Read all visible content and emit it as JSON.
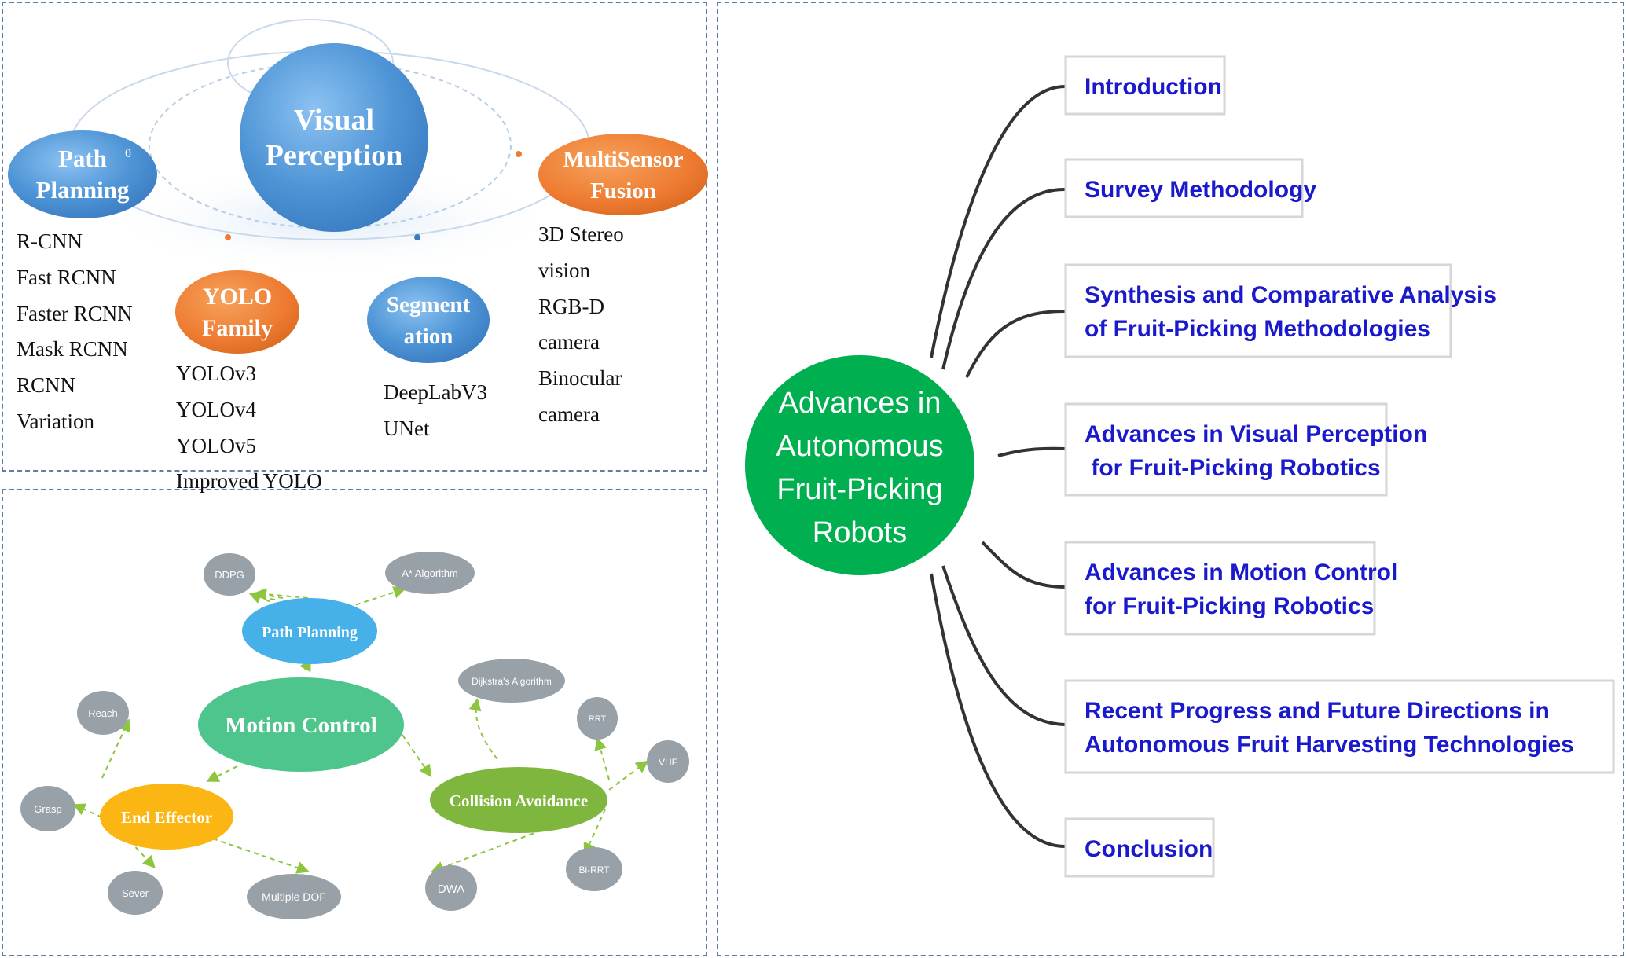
{
  "visual_perception": {
    "title_line1": "Visual",
    "title_line2": "Perception",
    "nodes": {
      "path_planning": {
        "line1": "Path",
        "line2": "Planning",
        "badge": "0"
      },
      "multisensor": {
        "line1": "MultiSensor",
        "line2": "Fusion"
      },
      "yolo": {
        "line1": "YOLO",
        "line2": "Family"
      },
      "segmentation": {
        "line1": "Segment",
        "line2": "ation"
      }
    },
    "rcnn_list": [
      "R-CNN",
      "Fast RCNN",
      "Faster RCNN",
      "Mask RCNN",
      "RCNN",
      "Variation"
    ],
    "yolo_list": [
      "YOLOv3",
      "YOLOv4",
      "YOLOv5",
      "Improved YOLO"
    ],
    "seg_list": [
      "DeepLabV3",
      "UNet"
    ],
    "sensor_list": [
      "3D Stereo",
      "vision",
      "RGB-D",
      "camera",
      "Binocular",
      "camera"
    ]
  },
  "motion_control": {
    "center": "Motion Control",
    "path_planning": "Path Planning",
    "end_effector": "End Effector",
    "collision_avoidance": "Collision Avoidance",
    "leaves": {
      "ddpg": "DDPG",
      "astar": "A* Algorithm",
      "dijkstra": "Dijkstra's Algorithm",
      "rrt": "RRT",
      "vhf": "VHF",
      "birrt": "Bi-RRT",
      "dwa": "DWA",
      "reach": "Reach",
      "grasp": "Grasp",
      "sever": "Sever",
      "multidof": "Multiple DOF"
    }
  },
  "mindmap": {
    "center_lines": [
      "Advances in",
      "Autonomous",
      "Fruit-Picking",
      "Robots"
    ],
    "center_color": "#00b050",
    "link_color": "#1a1acc",
    "items": [
      {
        "lines": [
          "Introduction"
        ]
      },
      {
        "lines": [
          "Survey Methodology"
        ]
      },
      {
        "lines": [
          "Synthesis and Comparative Analysis",
          "of Fruit-Picking Methodologies"
        ]
      },
      {
        "lines": [
          "Advances in Visual Perception",
          " for Fruit-Picking Robotics"
        ]
      },
      {
        "lines": [
          "Advances in Motion Control",
          "for Fruit-Picking Robotics"
        ]
      },
      {
        "lines": [
          "Recent Progress and Future Directions in",
          "Autonomous Fruit Harvesting Technologies"
        ]
      },
      {
        "lines": [
          "Conclusion"
        ]
      }
    ]
  }
}
